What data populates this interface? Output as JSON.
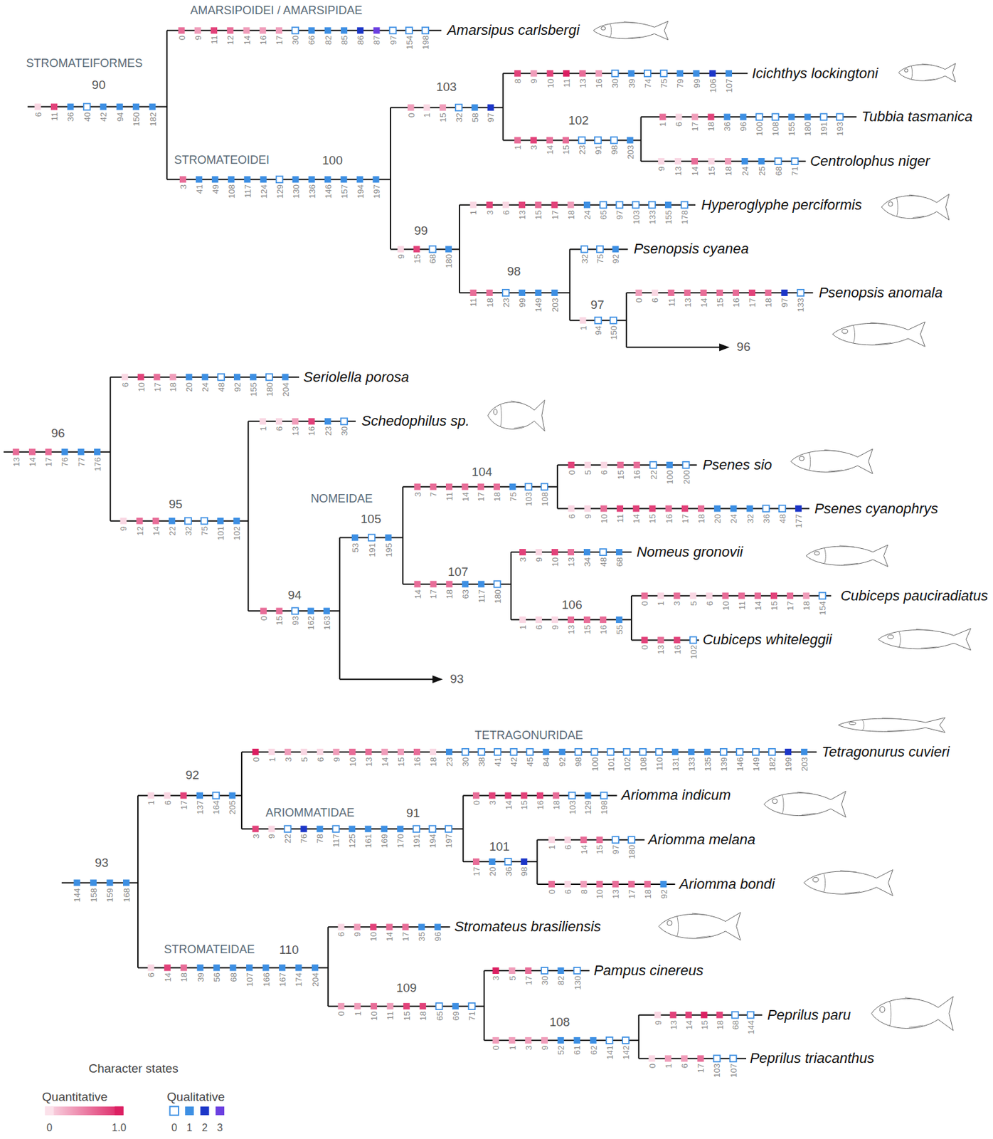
{
  "diagram": {
    "labels": [
      "STROMATEIFORMES",
      "90",
      "6",
      "11",
      "36",
      "40",
      "42",
      "94",
      "150",
      "182",
      "AMARSIPOIDEI / AMARSIPIDAE",
      "0",
      "9",
      "11",
      "12",
      "14",
      "16",
      "17",
      "30",
      "66",
      "82",
      "85",
      "86",
      "87",
      "97",
      "154",
      "198",
      "Amarsipus carlsbergi",
      "STROMATEOIDEI",
      "100",
      "3",
      "41",
      "49",
      "108",
      "117",
      "124",
      "129",
      "130",
      "136",
      "146",
      "157",
      "194",
      "197",
      "103",
      "0",
      "1",
      "15",
      "32",
      "58",
      "97",
      "8",
      "9",
      "10",
      "11",
      "13",
      "16",
      "30",
      "39",
      "74",
      "75",
      "79",
      "99",
      "106",
      "107",
      "Icichthys lockingtoni",
      "102",
      "1",
      "3",
      "14",
      "15",
      "23",
      "91",
      "98",
      "203",
      "1",
      "6",
      "17",
      "18",
      "36",
      "96",
      "100",
      "108",
      "155",
      "180",
      "191",
      "193",
      "Tubbia tasmanica",
      "9",
      "13",
      "14",
      "15",
      "18",
      "24",
      "25",
      "68",
      "71",
      "Centrolophus niger",
      "99",
      "9",
      "15",
      "68",
      "180",
      "1",
      "3",
      "6",
      "13",
      "15",
      "17",
      "18",
      "24",
      "65",
      "97",
      "103",
      "133",
      "155",
      "178",
      "Hyperoglyphe perciformis",
      "98",
      "11",
      "18",
      "23",
      "99",
      "149",
      "203",
      "32",
      "75",
      "92",
      "Psenopsis cyanea",
      "97",
      "1",
      "94",
      "150",
      "0",
      "6",
      "11",
      "13",
      "14",
      "15",
      "16",
      "17",
      "18",
      "97",
      "133",
      "Psenopsis anomala",
      "96",
      "96",
      "13",
      "14",
      "17",
      "76",
      "77",
      "176",
      "6",
      "10",
      "17",
      "18",
      "20",
      "24",
      "48",
      "92",
      "155",
      "180",
      "204",
      "Seriolella porosa",
      "95",
      "9",
      "12",
      "14",
      "22",
      "32",
      "75",
      "101",
      "102",
      "1",
      "6",
      "13",
      "16",
      "23",
      "30",
      "Schedophilus sp.",
      "94",
      "0",
      "15",
      "93",
      "162",
      "163",
      "NOMEIDAE",
      "105",
      "53",
      "191",
      "195",
      "104",
      "3",
      "7",
      "11",
      "14",
      "17",
      "18",
      "75",
      "103",
      "108",
      "0",
      "5",
      "6",
      "15",
      "16",
      "22",
      "100",
      "200",
      "Psenes sio",
      "6",
      "9",
      "10",
      "11",
      "14",
      "15",
      "16",
      "17",
      "18",
      "20",
      "24",
      "32",
      "36",
      "48",
      "177",
      "Psenes cyanophrys",
      "107",
      "14",
      "17",
      "18",
      "63",
      "117",
      "180",
      "3",
      "9",
      "10",
      "13",
      "34",
      "48",
      "68",
      "Nomeus gronovii",
      "106",
      "1",
      "6",
      "9",
      "13",
      "15",
      "16",
      "55",
      "0",
      "1",
      "3",
      "5",
      "6",
      "10",
      "11",
      "14",
      "15",
      "17",
      "18",
      "154",
      "Cubiceps pauciradiatus",
      "0",
      "13",
      "16",
      "102",
      "Cubiceps whiteleggii",
      "93",
      "93",
      "144",
      "158",
      "159",
      "168",
      "92",
      "1",
      "6",
      "17",
      "137",
      "164",
      "205",
      "TETRAGONURIDAE",
      "0",
      "1",
      "3",
      "5",
      "6",
      "9",
      "10",
      "13",
      "14",
      "15",
      "16",
      "18",
      "23",
      "30",
      "38",
      "41",
      "42",
      "45",
      "84",
      "92",
      "98",
      "100",
      "101",
      "102",
      "108",
      "110",
      "131",
      "133",
      "135",
      "139",
      "146",
      "149",
      "182",
      "199",
      "203",
      "Tetragonurus cuvieri",
      "ARIOMMATIDAE",
      "91",
      "3",
      "9",
      "22",
      "76",
      "78",
      "117",
      "125",
      "161",
      "169",
      "170",
      "191",
      "194",
      "197",
      "0",
      "3",
      "14",
      "15",
      "16",
      "18",
      "103",
      "129",
      "198",
      "Ariomma indicum",
      "101",
      "17",
      "20",
      "36",
      "98",
      "1",
      "6",
      "14",
      "15",
      "97",
      "180",
      "Ariomma melana",
      "0",
      "6",
      "8",
      "10",
      "13",
      "17",
      "18",
      "92",
      "Ariomma bondi",
      "STROMATEIDAE",
      "110",
      "6",
      "14",
      "18",
      "39",
      "56",
      "68",
      "107",
      "166",
      "167",
      "174",
      "204",
      "6",
      "9",
      "10",
      "14",
      "17",
      "35",
      "96",
      "Stromateus brasiliensis",
      "109",
      "0",
      "1",
      "10",
      "11",
      "15",
      "18",
      "65",
      "69",
      "71",
      "3",
      "5",
      "17",
      "30",
      "82",
      "130",
      "Pampus cinereus",
      "108",
      "0",
      "1",
      "3",
      "9",
      "52",
      "61",
      "62",
      "141",
      "142",
      "9",
      "13",
      "14",
      "15",
      "18",
      "68",
      "144",
      "Peprilus paru",
      "0",
      "1",
      "6",
      "17",
      "103",
      "107",
      "Peprilus triacanthus",
      "Character states",
      "Quantitative",
      "Qualitative"
    ],
    "legend": [
      {
        "text": "0",
        "color": "#fbe1ea"
      },
      {
        "text": "1.0",
        "color": "#dc1f62"
      },
      {
        "text": "0"
      },
      {
        "text": "1",
        "color": "#3d8fe3"
      },
      {
        "text": "2",
        "color": "#1c36c8"
      },
      {
        "text": "3",
        "color": "#6b3fe0"
      }
    ]
  }
}
